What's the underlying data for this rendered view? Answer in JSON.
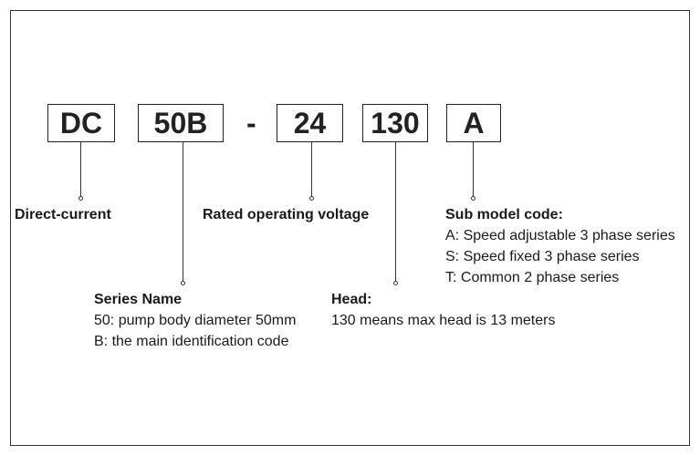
{
  "codes": {
    "dc": "DC",
    "series": "50B",
    "dash": "-",
    "voltage": "24",
    "head": "130",
    "sub": "A"
  },
  "labels": {
    "direct_current": "Direct-current",
    "rated_voltage": "Rated operating voltage",
    "sub_model": {
      "title": "Sub model code:",
      "lines": [
        "A: Speed adjustable 3 phase series",
        "S: Speed fixed 3 phase series",
        "T: Common 2 phase series"
      ]
    },
    "series_name": {
      "title": "Series Name",
      "lines": [
        "50: pump body diameter 50mm",
        "B: the main identification code"
      ]
    },
    "head": {
      "title": "Head:",
      "lines": [
        "130 means max head is 13 meters"
      ]
    }
  }
}
